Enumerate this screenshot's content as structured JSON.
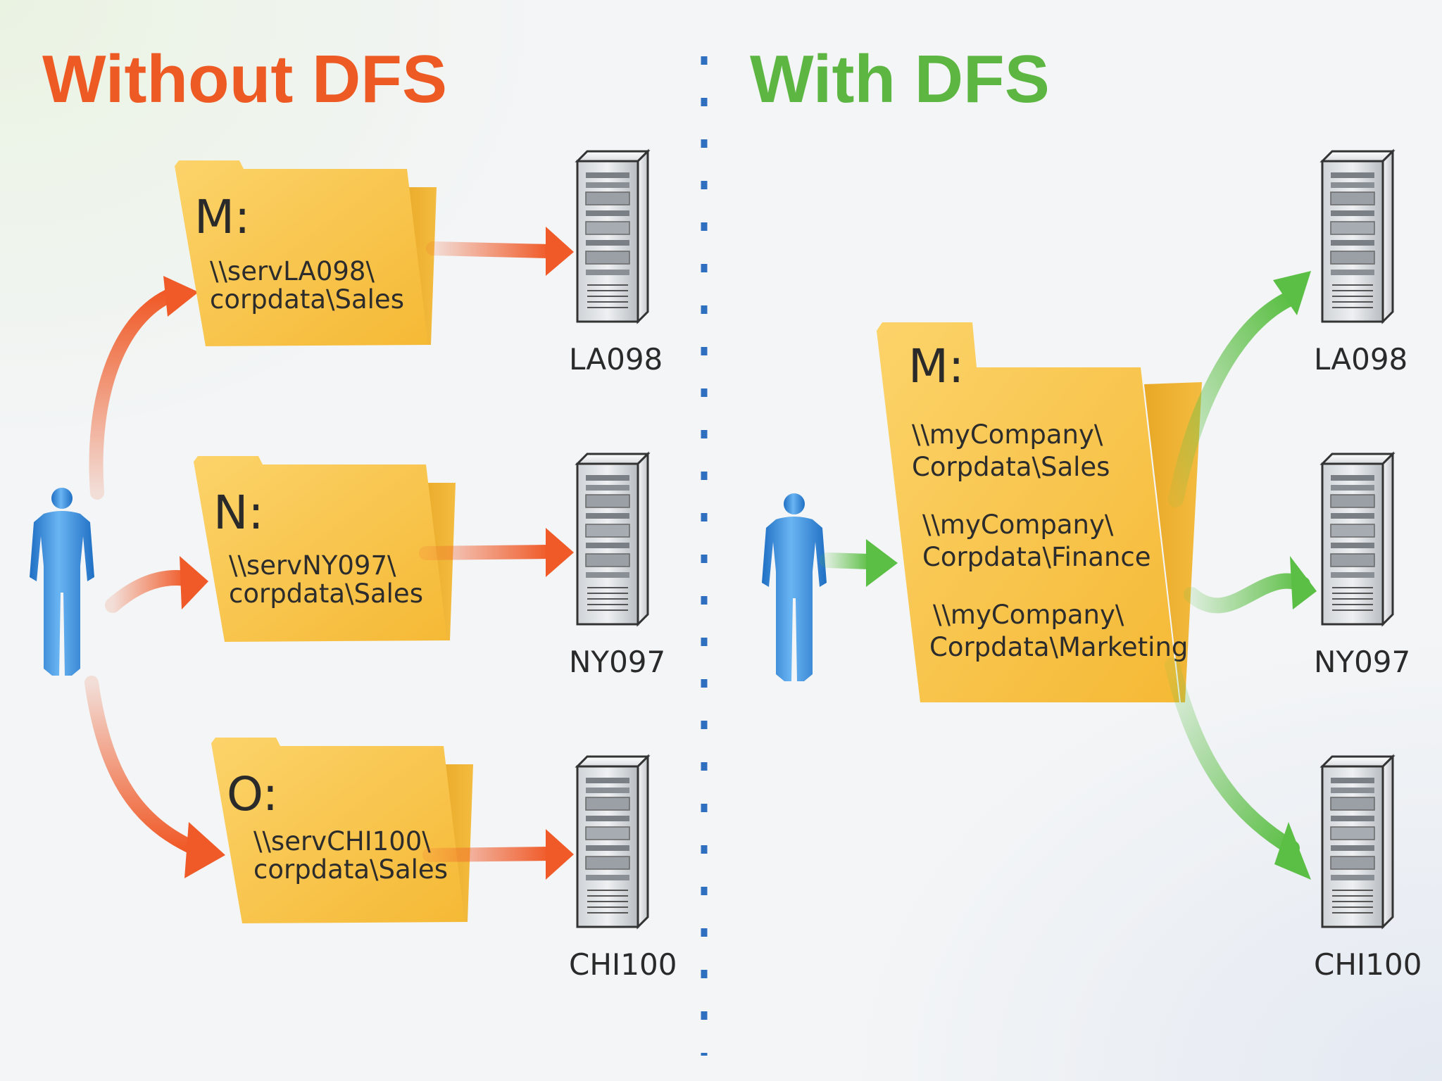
{
  "left_panel": {
    "title": "Without DFS",
    "folders": [
      {
        "drive": "M:",
        "path_line1": "\\\\servLA098\\",
        "path_line2": "corpdata\\Sales"
      },
      {
        "drive": "N:",
        "path_line1": "\\\\servNY097\\",
        "path_line2": "corpdata\\Sales"
      },
      {
        "drive": "O:",
        "path_line1": "\\\\servCHI100\\",
        "path_line2": "corpdata\\Sales"
      }
    ],
    "servers": [
      "LA098",
      "NY097",
      "CHI100"
    ]
  },
  "right_panel": {
    "title": "With DFS",
    "folder": {
      "drive": "M:",
      "paths": [
        {
          "line1": "\\\\myCompany\\",
          "line2": "Corpdata\\Sales"
        },
        {
          "line1": "\\\\myCompany\\",
          "line2": "Corpdata\\Finance"
        },
        {
          "line1": "\\\\myCompany\\",
          "line2": "Corpdata\\Marketing"
        }
      ]
    },
    "servers": [
      "LA098",
      "NY097",
      "CHI100"
    ]
  },
  "colors": {
    "without_title": "#ee5a24",
    "with_title": "#5cb641",
    "orange_arrow": "#f05a28",
    "green_arrow": "#5cbf45",
    "folder": "#f8c24a",
    "folder_back": "#efb030",
    "person": "#2e86d8",
    "divider": "#2f6fc0"
  }
}
